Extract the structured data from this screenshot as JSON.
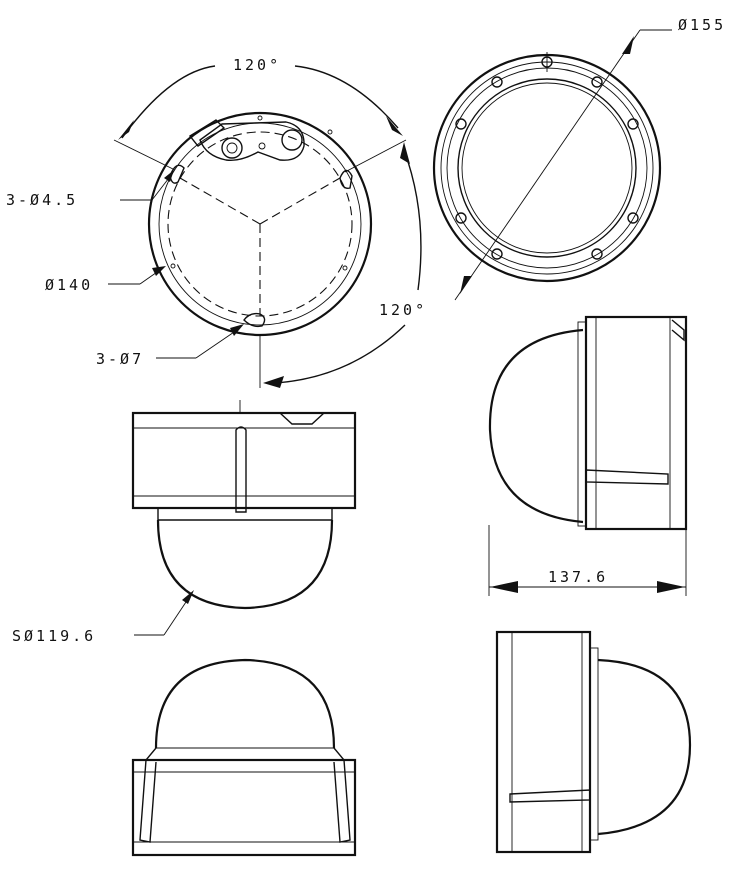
{
  "dimensions": {
    "angle_top": "120°",
    "angle_right": "120°",
    "mount_holes_small": "3-Ø4.5",
    "mount_circle_dia": "Ø140",
    "mount_holes_large": "3-Ø7",
    "outer_dia": "Ø155",
    "dome_sphere_dia": "SØ119.6",
    "depth": "137.6"
  },
  "colors": {
    "line": "#111111",
    "background": "#ffffff"
  }
}
